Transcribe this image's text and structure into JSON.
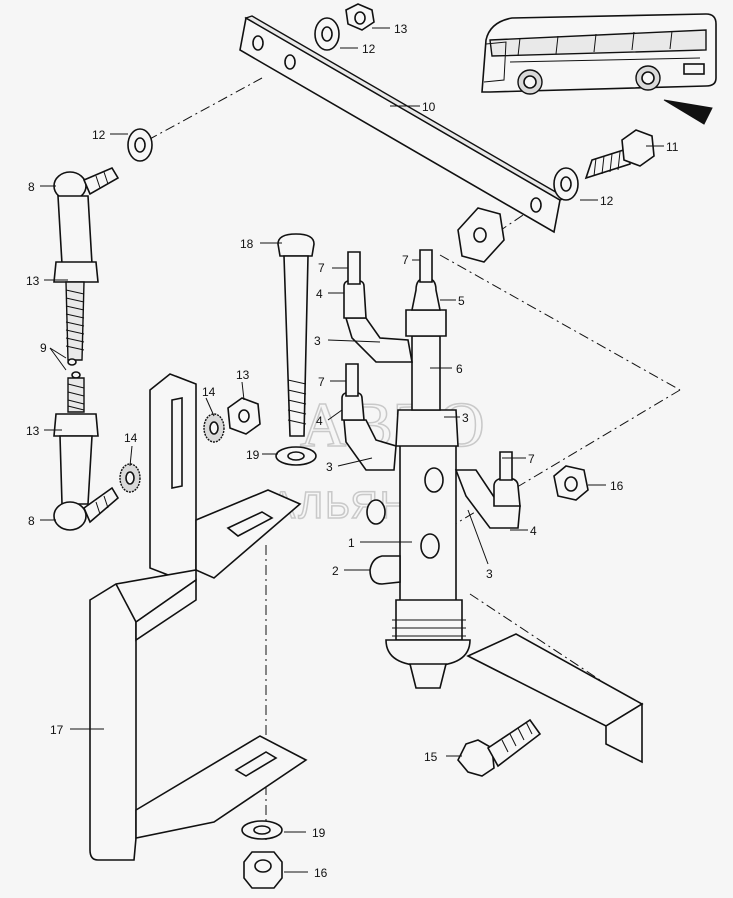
{
  "watermark": {
    "line1": "АВТО",
    "line2": "АЛЬЯНС"
  },
  "callouts": [
    {
      "id": "c13a",
      "text": "13"
    },
    {
      "id": "c12a",
      "text": "12"
    },
    {
      "id": "c10",
      "text": "10"
    },
    {
      "id": "c12b",
      "text": "12"
    },
    {
      "id": "c11",
      "text": "11"
    },
    {
      "id": "c12c",
      "text": "12"
    },
    {
      "id": "c8a",
      "text": "8"
    },
    {
      "id": "c13b",
      "text": "13"
    },
    {
      "id": "c9",
      "text": "9"
    },
    {
      "id": "c13c",
      "text": "13"
    },
    {
      "id": "c8b",
      "text": "8"
    },
    {
      "id": "c14a",
      "text": "14"
    },
    {
      "id": "c14b",
      "text": "14"
    },
    {
      "id": "c13d",
      "text": "13"
    },
    {
      "id": "c18",
      "text": "18"
    },
    {
      "id": "c19a",
      "text": "19"
    },
    {
      "id": "c7a",
      "text": "7"
    },
    {
      "id": "c4a",
      "text": "4"
    },
    {
      "id": "c3a",
      "text": "3"
    },
    {
      "id": "c7b",
      "text": "7"
    },
    {
      "id": "c4b",
      "text": "4"
    },
    {
      "id": "c3b",
      "text": "3"
    },
    {
      "id": "c7c",
      "text": "7"
    },
    {
      "id": "c5",
      "text": "5"
    },
    {
      "id": "c6",
      "text": "6"
    },
    {
      "id": "c3c",
      "text": "3"
    },
    {
      "id": "c7d",
      "text": "7"
    },
    {
      "id": "c16a",
      "text": "16"
    },
    {
      "id": "c4c",
      "text": "4"
    },
    {
      "id": "c3d",
      "text": "3"
    },
    {
      "id": "c1",
      "text": "1"
    },
    {
      "id": "c2",
      "text": "2"
    },
    {
      "id": "c17",
      "text": "17"
    },
    {
      "id": "c15",
      "text": "15"
    },
    {
      "id": "c19b",
      "text": "19"
    },
    {
      "id": "c16b",
      "text": "16"
    }
  ]
}
